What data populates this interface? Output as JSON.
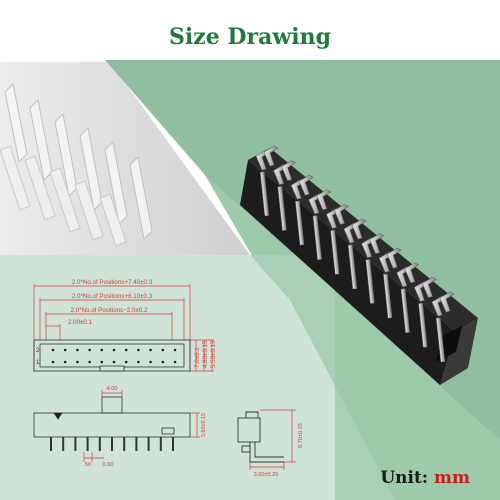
{
  "title": "Size Drawing",
  "unit": {
    "label": "Unit:",
    "value": "mm"
  },
  "colors": {
    "title": "#1f7a3e",
    "unit_label": "#1a1a1a",
    "unit_value": "#cc1a1a",
    "dimension": "#d63a3a",
    "background_panel": "#cfe4d6",
    "background_green": "#8fbfa0",
    "background_grey": "#d9d9d9"
  },
  "drawing": {
    "top_view": {
      "dim_overall": "2.0*No.of  Positions+7.40±0.3",
      "dim_body": "2.0*No.of  Positions+6.10±0.3",
      "dim_pins": "2.0*No.of  Positions−2.0±0.2",
      "dim_pitch": "2.00±0.1",
      "row_labels": [
        "2",
        "1"
      ],
      "dim_right": [
        "7.0±0.1",
        "4.80±0.15",
        "5.50±0.15"
      ]
    },
    "front_view": {
      "dim_key": "4.00",
      "dim_left": "50",
      "dim_pin": "0.50",
      "dim_height": "5.60±0.15"
    },
    "side_view": {
      "dim_height": "8.70±0.25",
      "dim_length": "3.00±0.25"
    }
  }
}
